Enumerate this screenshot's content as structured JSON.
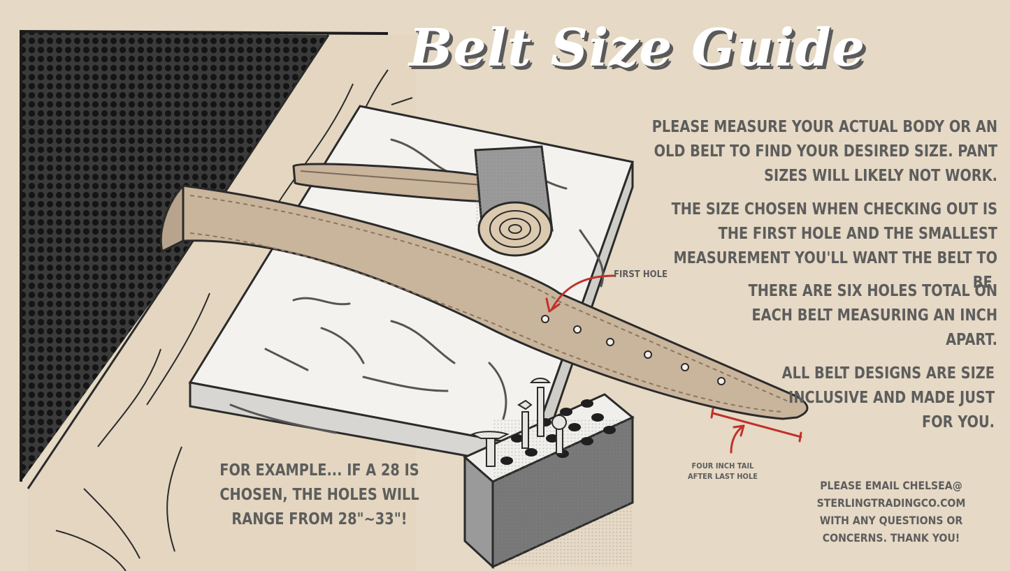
{
  "title": "Belt Size Guide",
  "instructions": {
    "measure": "Please measure your actual body or an old belt to find your desired size. Pant sizes will likely not work.",
    "size_chosen": "The size chosen when checking out is the first hole and the smallest measurement you'll want the belt to be.",
    "holes": "There are six holes total on each belt measuring an inch apart.",
    "inclusive": "All belt designs are size inclusive and made just for you."
  },
  "example": "For example... If a 28 is chosen, the holes will range from 28\"~33\"!",
  "contact": "Please email chelsea@ sterlingtradingco.com with any questions or concerns. Thank you!",
  "labels": {
    "first_hole": "First hole",
    "tail": "Four inch tail after last hole"
  },
  "colors": {
    "background": "#e6d9c5",
    "belt": "#c9b49c",
    "text": "#5d5d5d",
    "arrow": "#c0312b",
    "marble": "#f3f2ef"
  },
  "icons": [
    "halftone-panel",
    "wood-table",
    "marble-slab",
    "mallet-icon",
    "leather-belt",
    "hole-punch-block-icon",
    "red-arrow-icon"
  ]
}
